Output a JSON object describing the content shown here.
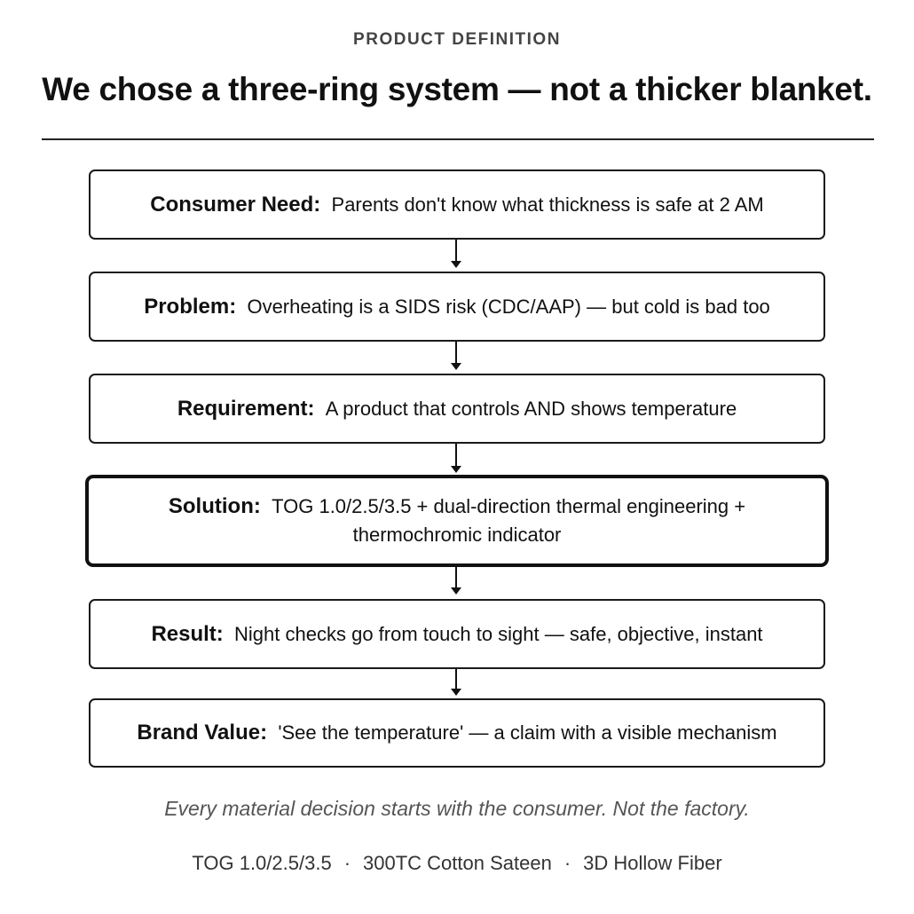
{
  "header": {
    "eyebrow": "PRODUCT DEFINITION",
    "headline": "We chose a three-ring system — not a thicker blanket."
  },
  "steps": [
    {
      "label": "Consumer Need:",
      "text": "Parents don't know what thickness is safe at 2 AM"
    },
    {
      "label": "Problem:",
      "text": "Overheating is a SIDS risk (CDC/AAP) — but cold is bad too"
    },
    {
      "label": "Requirement:",
      "text": "A product that controls AND shows temperature"
    },
    {
      "label": "Solution:",
      "text": "TOG 1.0/2.5/3.5 + dual-direction thermal engineering + thermochromic indicator",
      "emphasized": true
    },
    {
      "label": "Result:",
      "text": "Night checks go from touch to sight — safe, objective, instant"
    },
    {
      "label": "Brand Value:",
      "text": "'See the temperature' — a claim with a visible mechanism"
    }
  ],
  "footnote": "Every material decision starts with the consumer. Not the factory.",
  "specs": {
    "items": [
      "TOG 1.0/2.5/3.5",
      "300TC Cotton Sateen",
      "3D Hollow Fiber"
    ],
    "separator": "·"
  }
}
